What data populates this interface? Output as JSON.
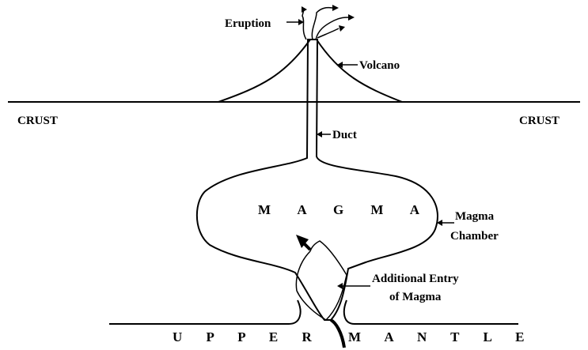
{
  "labels": {
    "eruption": "Eruption",
    "volcano": "Volcano",
    "crust_left": "CRUST",
    "crust_right": "CRUST",
    "duct": "Duct",
    "magma": "M A G M A",
    "magma_chamber_line1": "Magma",
    "magma_chamber_line2": "Chamber",
    "additional_line1": "Additional Entry",
    "additional_line2": "of Magma",
    "upper": "U P P E R",
    "mantle": "M A N T L E"
  },
  "colors": {
    "ink": "#000000",
    "background": "#ffffff"
  }
}
